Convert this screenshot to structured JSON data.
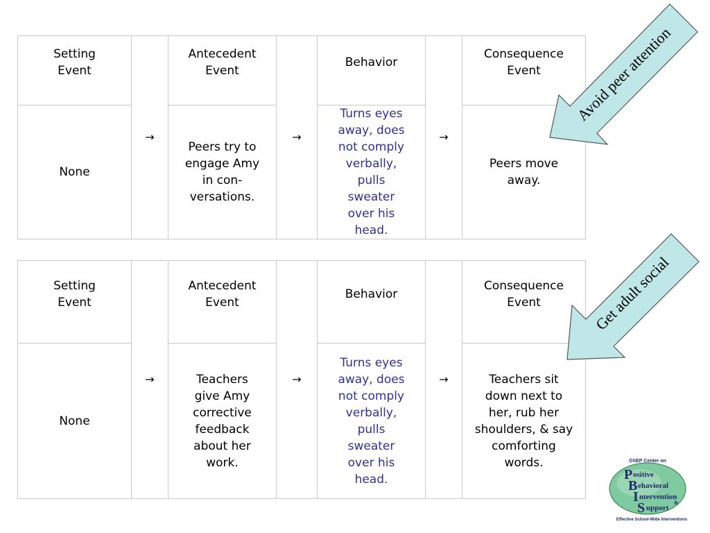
{
  "headers": {
    "setting": "Setting Event",
    "antecedent": "Antecedent Event",
    "behavior": "Behavior",
    "consequence": "Consequence Event"
  },
  "arrow": "→",
  "table1": {
    "setting": "None",
    "antecedent": "Peers try to engage Amy in con-versations.",
    "behavior": "Turns eyes away, does not comply verbally, pulls sweater over his head.",
    "consequence": "Peers move away."
  },
  "table2": {
    "setting": "None",
    "antecedent": "Teachers give Amy corrective feedback about her work.",
    "behavior": "Turns eyes away, does not comply verbally, pulls sweater over his head.",
    "consequence": "Teachers sit down next to her, rub her shoulders, & say comforting words."
  },
  "callouts": {
    "function1": "Avoid peer attention",
    "function2": "Get adult social"
  },
  "logo": {
    "top_text": "OSEP Center on",
    "p_word": "ositive",
    "b_word": "ehavioral",
    "i_word": "ntervention",
    "amp": "&",
    "s_word": "upport",
    "bottom_text": "Effective School-Wide Interventions",
    "p": "P",
    "b": "B",
    "i": "I",
    "s": "S"
  },
  "colors": {
    "arrow_fill": "#bfe7e7",
    "behavior_text": "#2e3192",
    "logo_green": "#2e7d3a",
    "logo_navy": "#1f2a6b"
  }
}
